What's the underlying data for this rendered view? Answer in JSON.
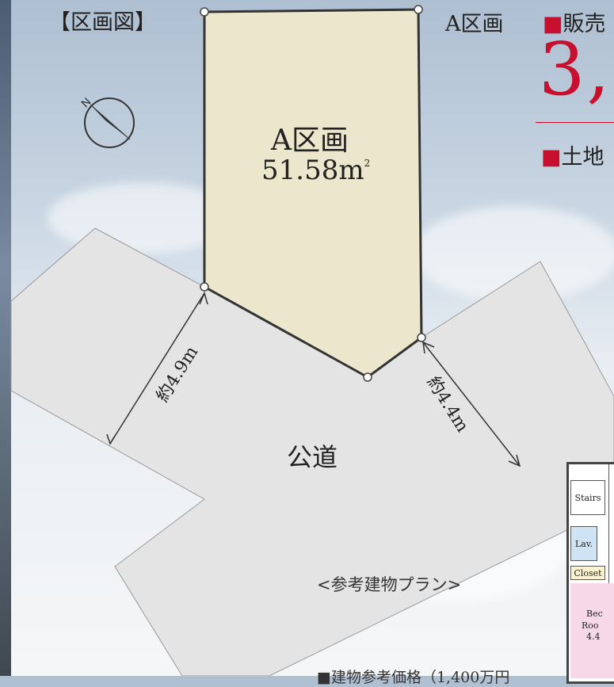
{
  "header": {
    "title": "【区画図】",
    "section_right": "A区画",
    "sale_marker": "■",
    "sale_label": "販売",
    "price_fragment": "3,",
    "land_marker": "■",
    "land_label": "土地"
  },
  "lot": {
    "name": "A区画",
    "area": "51.58m",
    "area_sup": "2"
  },
  "road": {
    "label": "公道",
    "width_left": "約4.9m",
    "width_right": "約4.4m"
  },
  "reference": {
    "plan_title": "<参考建物プラン>",
    "price_line": "■建物参考価格（1,400万円"
  },
  "floor_plan": {
    "stairs": "Stairs",
    "lav": "Lav.",
    "closet": "Closet",
    "bedroom_1": "Bec",
    "bedroom_2": "Roo",
    "bedroom_3": "4.4"
  },
  "colors": {
    "price_red": "#c8102e",
    "lot_fill": "#ece7cc",
    "road_fill": "#e4e4e4"
  },
  "icons": {
    "compass": "north-arrow-icon"
  }
}
